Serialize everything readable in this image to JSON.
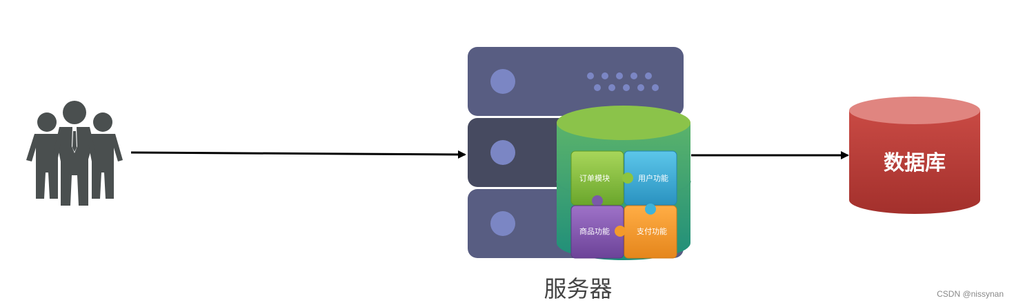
{
  "diagram": {
    "server_caption": "服务器",
    "database_label": "数据库",
    "modules": [
      {
        "label": "订单模块",
        "color": "#8dc43f"
      },
      {
        "label": "用户功能",
        "color": "#3fb3d9"
      },
      {
        "label": "商品功能",
        "color": "#8a5cb4"
      },
      {
        "label": "支付功能",
        "color": "#f39a2b"
      }
    ]
  },
  "watermark": "CSDN @nissynan",
  "icons": [
    "users-icon",
    "server-icon",
    "database-icon"
  ],
  "colors": {
    "users": "#4a4f4f",
    "server_rack": "#585d82",
    "server_rack_dark": "#464a60",
    "server_light": "#7b86c4",
    "cylinder_green": "#6fba57",
    "cylinder_teal": "#2a9d7f",
    "database_red": "#c43e3a"
  }
}
